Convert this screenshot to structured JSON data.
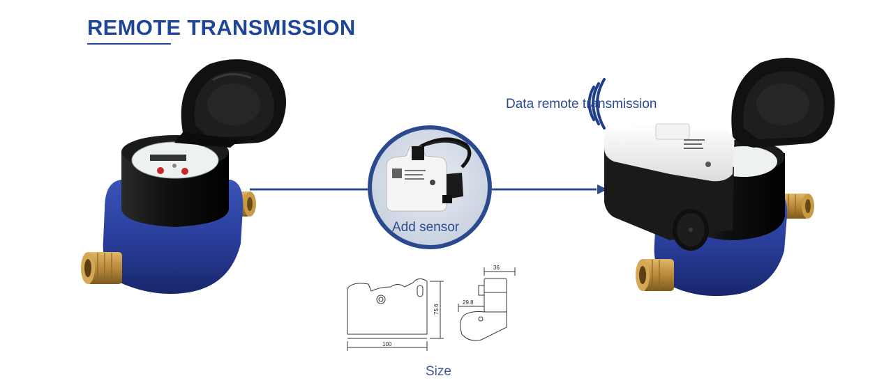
{
  "header": {
    "title": "REMOTE TRANSMISSION"
  },
  "labels": {
    "data_remote": "Data remote transmission",
    "add_sensor": "Add sensor",
    "size": "Size"
  },
  "dimensions": {
    "width": "100",
    "height": "75.6",
    "depth": "36",
    "offset": "29.8"
  },
  "colors": {
    "brand_blue": "#1f4597",
    "meter_blue": "#2a3f9e",
    "brass": "#b8893a"
  }
}
